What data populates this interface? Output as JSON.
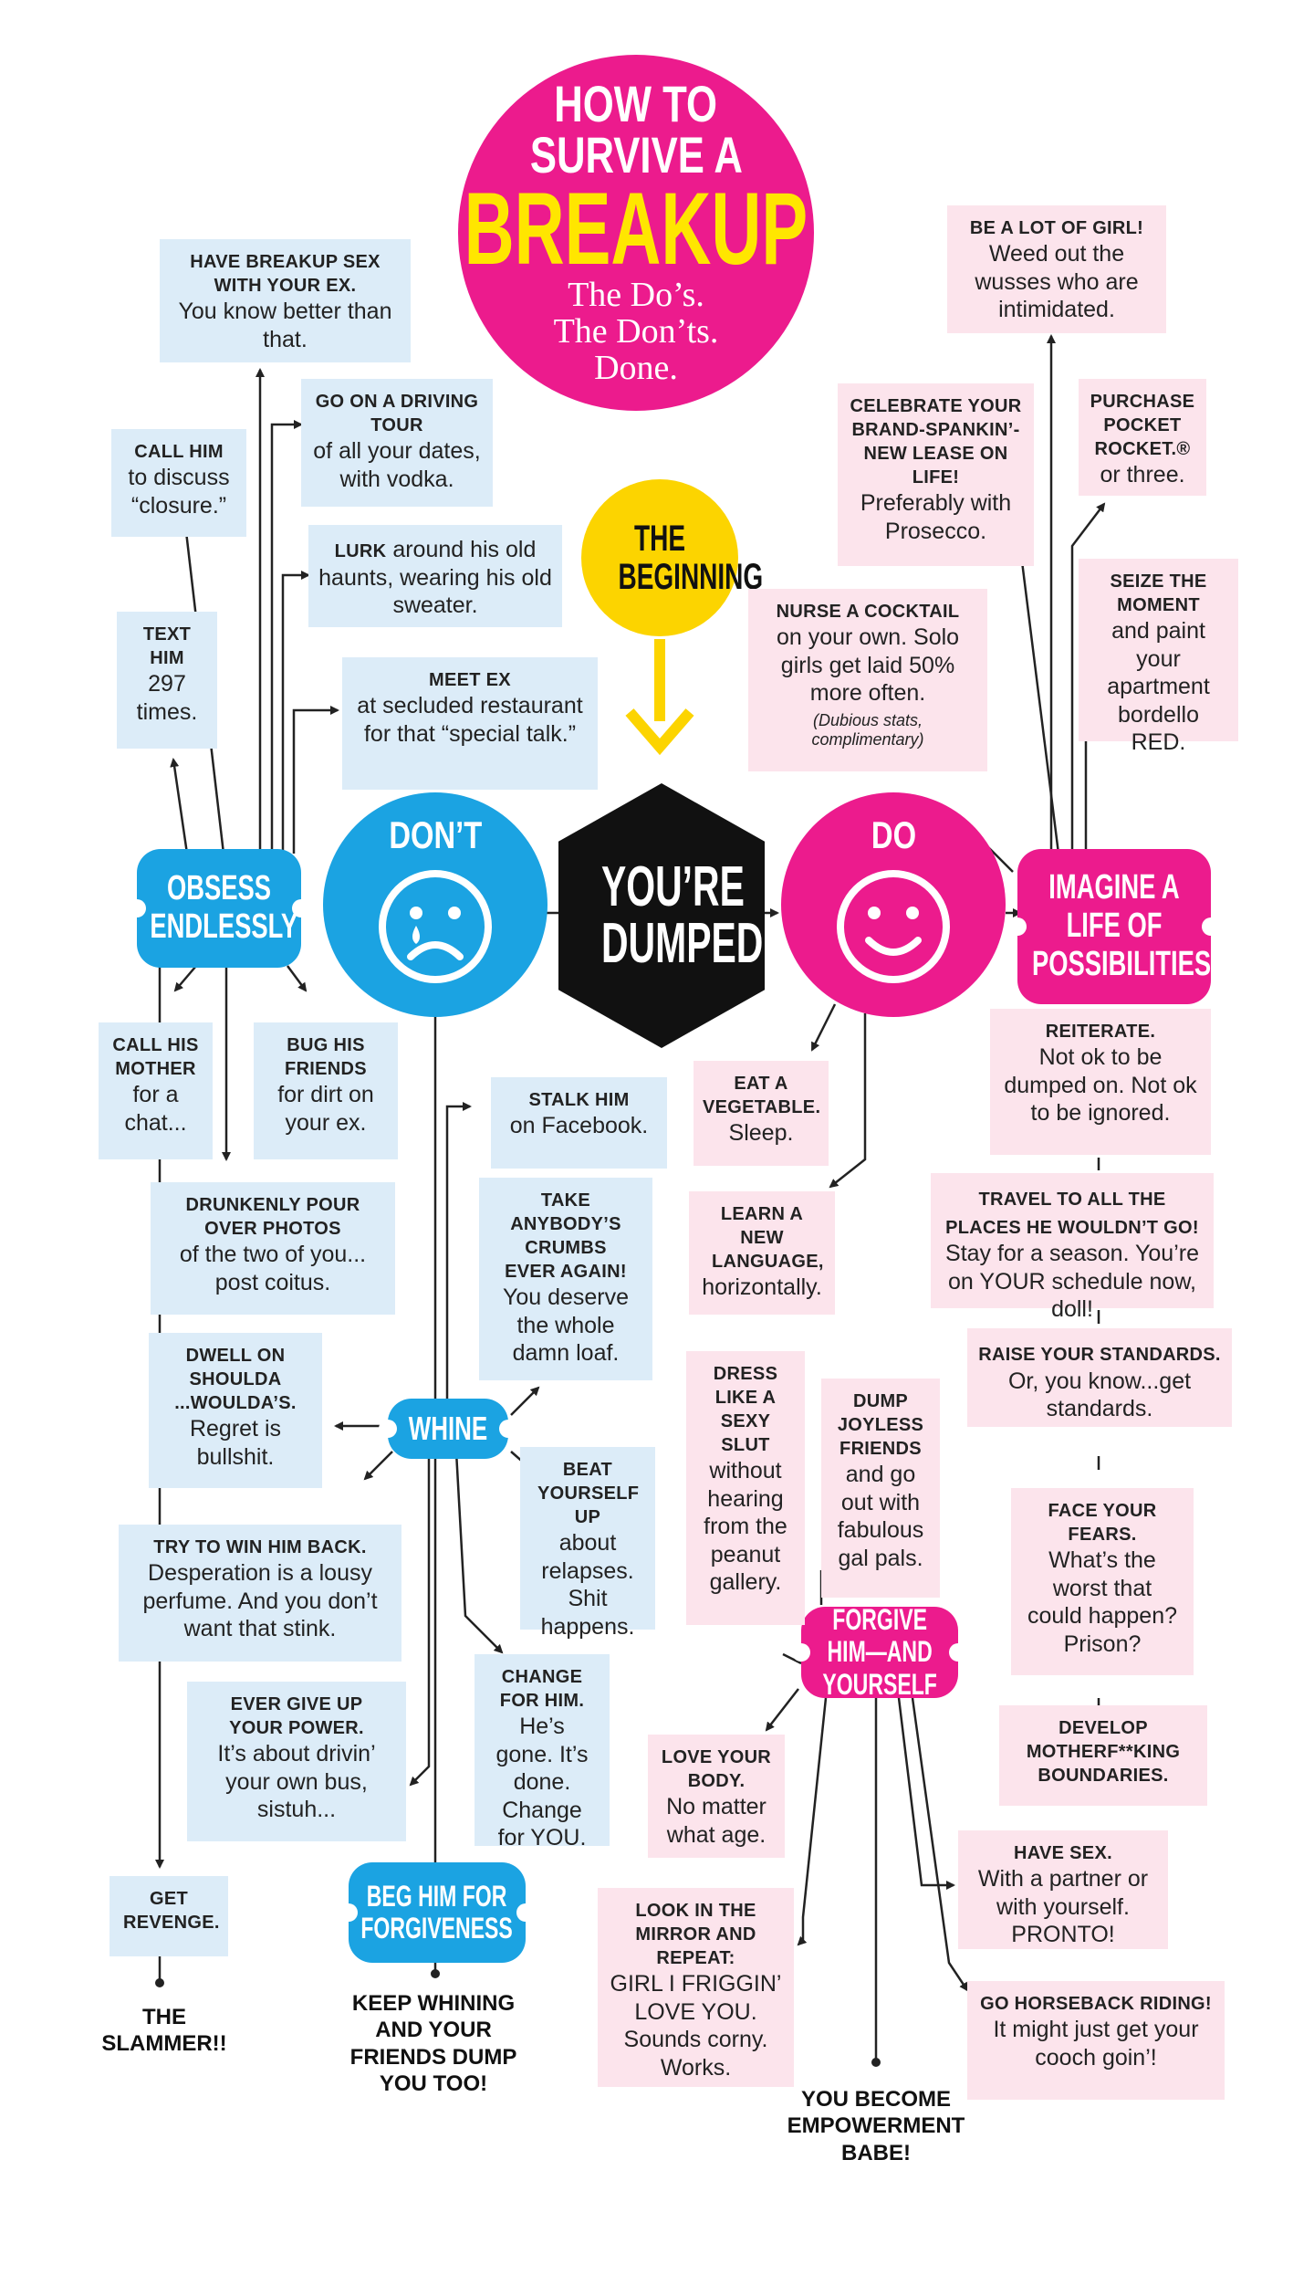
{
  "title": {
    "line1": "How to",
    "line2": "Survive a",
    "line3": "Breakup",
    "sub1": "The Do’s.",
    "sub2": "The Don’ts.",
    "sub3": "Done."
  },
  "beginning": "The Beginning",
  "center": "You’re Dumped",
  "dont_label": "Don’t",
  "do_label": "Do",
  "dont_hubs": {
    "obsess": "Obsess Endlessly",
    "whine": "Whine",
    "beg": "Beg Him for Forgiveness"
  },
  "do_hubs": {
    "imagine": "Imagine a Life of Possibilities",
    "forgive": "Forgive Him—and Yourself"
  },
  "dont": {
    "breakup_sex": {
      "b": "Have breakup sex with your ex.",
      "t": "You know better than that."
    },
    "driving_tour": {
      "b": "Go on a driving tour",
      "t": "of all your dates, with vodka."
    },
    "call_closure": {
      "b": "Call him",
      "t": "to discuss “closure.”"
    },
    "lurk": {
      "b": "Lurk",
      "t": "around his old haunts, wearing his old sweater."
    },
    "text_him": {
      "b": "Text him",
      "t": "297 times."
    },
    "meet_ex": {
      "b": "Meet ex",
      "t": "at secluded restaurant for that “special talk.”"
    },
    "call_mother": {
      "b": "Call his mother",
      "t": "for a chat..."
    },
    "bug_friends": {
      "b": "Bug his friends",
      "t": "for dirt on your ex."
    },
    "drunkenly": {
      "b": "Drunkenly pour over photos",
      "t": "of the two of you... post coitus."
    },
    "stalk": {
      "b": "Stalk him",
      "t": "on Facebook."
    },
    "crumbs": {
      "b": "Take anybody’s crumbs ever again!",
      "t": "You deserve the whole damn loaf."
    },
    "dwell": {
      "b": "Dwell on shoulda ...woulda’s.",
      "t": "Regret is bullshit."
    },
    "beat": {
      "b": "Beat yourself up",
      "t": "about relapses. Shit happens."
    },
    "win_back": {
      "b": "Try to win him back.",
      "t": "Desperation is a lousy perfume. And you don’t want that stink."
    },
    "power": {
      "b": "Ever give up your power.",
      "t": "It’s about drivin’ your own bus, sistuh..."
    },
    "change": {
      "b": "Change for him.",
      "t": "He’s gone. It’s done. Change for YOU."
    },
    "revenge": {
      "b": "Get revenge."
    }
  },
  "do": {
    "lot_of_girl": {
      "b": "Be a lot of girl!",
      "t": "Weed out the wusses who are intimidated."
    },
    "celebrate": {
      "b": "Celebrate your brand-spankin’-new lease on life!",
      "t": "Preferably with Prosecco."
    },
    "rocket": {
      "b": "Purchase Pocket Rocket.®",
      "t": "or three."
    },
    "nurse": {
      "b": "Nurse a cocktail",
      "t": "on your own. Solo girls get laid 50% more often.",
      "note": "(Dubious stats, complimentary)"
    },
    "seize": {
      "b": "Seize the moment",
      "t": "and paint your apartment bordello RED."
    },
    "reiterate": {
      "b": "Reiterate.",
      "t": "Not ok to be dumped on. Not ok to be ignored."
    },
    "vegetable": {
      "b": "Eat a vegetable.",
      "t": "Sleep."
    },
    "travel": {
      "b": "Travel to all the places he wouldn’t go!",
      "t": "Stay for a season. You’re on YOUR schedule now, doll!"
    },
    "language": {
      "b": "Learn a new language,",
      "t": "horizontally."
    },
    "standards": {
      "b": "Raise your standards.",
      "t": "Or, you know...get standards."
    },
    "dress": {
      "b": "Dress like a sexy slut",
      "t": "without hearing from the peanut gallery."
    },
    "dump": {
      "b": "Dump joyless friends",
      "t": "and go out with fabulous gal pals."
    },
    "fears": {
      "b": "Face your fears.",
      "t": "What’s the worst that could happen? Prison?"
    },
    "boundaries": {
      "b": "Develop motherf**king boundaries."
    },
    "love_body": {
      "b": "Love your body.",
      "t": "No matter what age."
    },
    "have_sex": {
      "b": "Have sex.",
      "t": "With a partner or with yourself. PRONTO!"
    },
    "mirror": {
      "b": "Look in the mirror and repeat:",
      "t": "GIRL I FRIGGIN’ LOVE YOU. Sounds corny. Works."
    },
    "horseback": {
      "b": "Go horseback riding!",
      "t": "It might just get your cooch goin’!"
    }
  },
  "endings": {
    "slammer": "The Slammer!!",
    "keep_whining": "Keep whining and your friends dump you too!",
    "empowerment": "You become empowerment babe!"
  },
  "colors": {
    "pink": "#ec1b8d",
    "blue": "#1ba3e2",
    "yellow": "#fcd400",
    "black": "#111111",
    "pink_box": "#fce4ec",
    "blue_box": "#dcecf8"
  }
}
